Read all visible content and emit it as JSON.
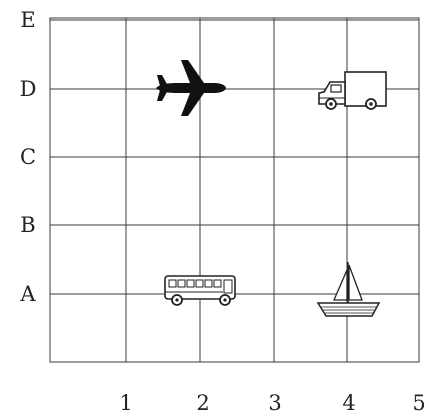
{
  "grid": {
    "row_labels": [
      "A",
      "B",
      "C",
      "D",
      "E"
    ],
    "column_labels": [
      "1",
      "2",
      "3",
      "4",
      "5"
    ],
    "line_color": "#3a3a3a"
  },
  "objects": [
    {
      "name": "airplane",
      "icon": "airplane-icon",
      "column": 2,
      "row": "D"
    },
    {
      "name": "truck",
      "icon": "truck-icon",
      "column": 4,
      "row": "D"
    },
    {
      "name": "bus",
      "icon": "bus-icon",
      "column": 2,
      "row": "A"
    },
    {
      "name": "sailboat",
      "icon": "sailboat-icon",
      "column": 4,
      "row": "A"
    }
  ]
}
